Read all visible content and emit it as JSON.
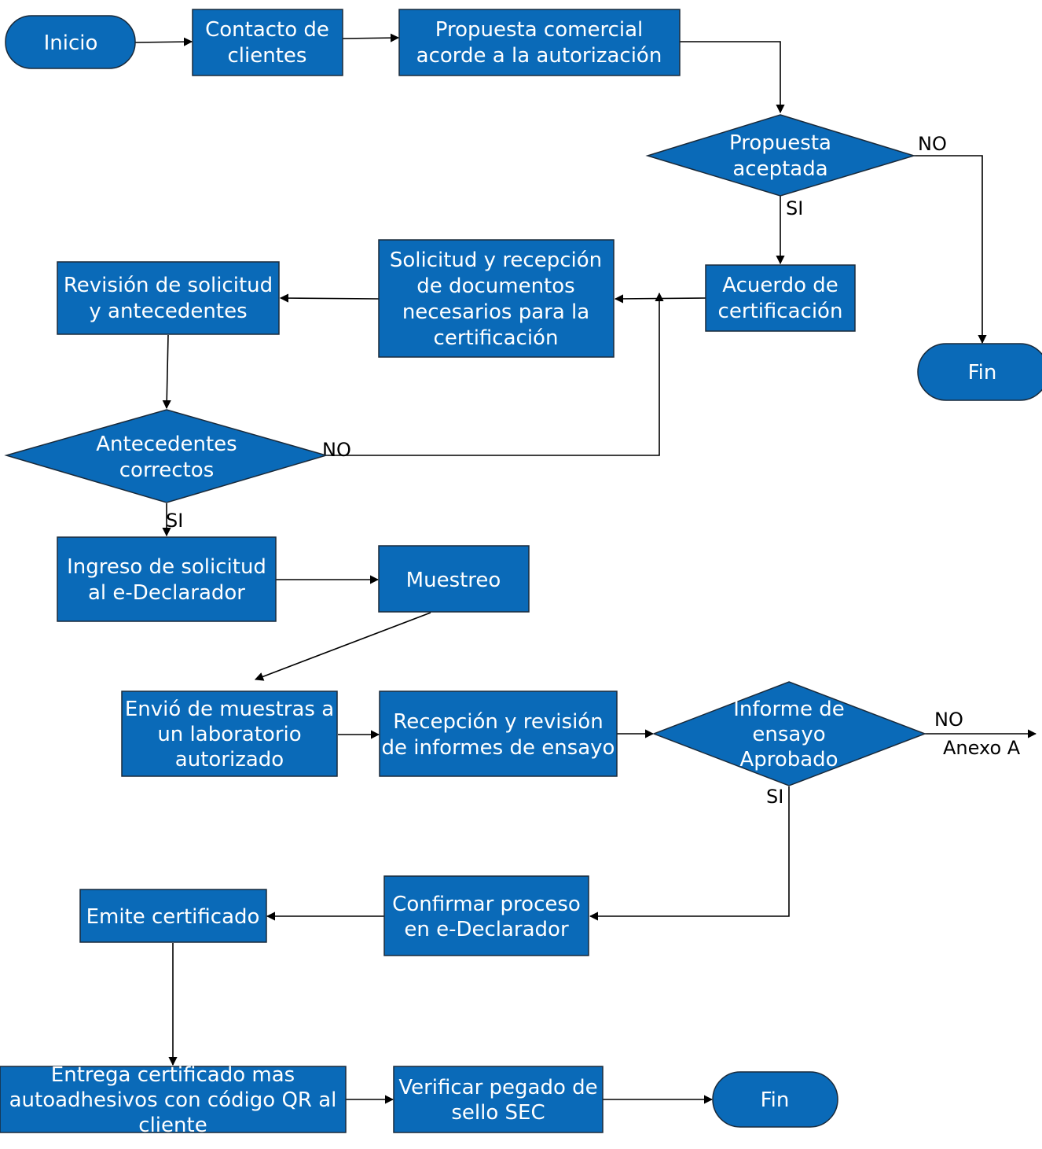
{
  "colors": {
    "node_fill": "#0a6ab8",
    "node_text": "#ffffff",
    "connector": "#000000"
  },
  "nodes": {
    "inicio": {
      "shape": "terminal",
      "lines": [
        "Inicio"
      ]
    },
    "contacto": {
      "shape": "process",
      "lines": [
        "Contacto de",
        "clientes"
      ]
    },
    "propuesta_comercial": {
      "shape": "process",
      "lines": [
        "Propuesta comercial",
        "acorde a la autorización"
      ]
    },
    "propuesta_aceptada": {
      "shape": "decision",
      "lines": [
        "Propuesta",
        "aceptada"
      ]
    },
    "fin_top": {
      "shape": "terminal",
      "lines": [
        "Fin"
      ]
    },
    "acuerdo": {
      "shape": "process",
      "lines": [
        "Acuerdo de",
        "certificación"
      ]
    },
    "solicitud_recepcion": {
      "shape": "process",
      "lines": [
        "Solicitud y recepción",
        "de documentos",
        "necesarios para la",
        "certificación"
      ]
    },
    "revision_solicitud": {
      "shape": "process",
      "lines": [
        "Revisión de solicitud",
        "y antecedentes"
      ]
    },
    "antecedentes_correctos": {
      "shape": "decision",
      "lines": [
        "Antecedentes",
        "correctos"
      ]
    },
    "ingreso_solicitud": {
      "shape": "process",
      "lines": [
        "Ingreso de solicitud",
        "al e-Declarador"
      ]
    },
    "muestreo": {
      "shape": "process",
      "lines": [
        "Muestreo"
      ]
    },
    "envio_muestras": {
      "shape": "process",
      "lines": [
        "Envió de muestras a",
        "un laboratorio",
        "autorizado"
      ]
    },
    "recepcion_informes": {
      "shape": "process",
      "lines": [
        "Recepción y revisión",
        "de informes de ensayo"
      ]
    },
    "informe_aprobado": {
      "shape": "decision",
      "lines": [
        "Informe de",
        "ensayo",
        "Aprobado"
      ]
    },
    "confirmar_proceso": {
      "shape": "process",
      "lines": [
        "Confirmar proceso",
        "en e-Declarador"
      ]
    },
    "emite_certificado": {
      "shape": "process",
      "lines": [
        "Emite certificado"
      ]
    },
    "entrega_certificado": {
      "shape": "process",
      "lines": [
        "Entrega certificado mas",
        "autoadhesivos con código QR al",
        "cliente"
      ]
    },
    "verificar_pegado": {
      "shape": "process",
      "lines": [
        "Verificar pegado de",
        "sello SEC"
      ]
    },
    "fin_bottom": {
      "shape": "terminal",
      "lines": [
        "Fin"
      ]
    }
  },
  "edge_labels": {
    "propuesta_no": "NO",
    "propuesta_si": "SI",
    "antecedentes_no": "NO",
    "antecedentes_si": "SI",
    "informe_no": "NO",
    "informe_si": "SI",
    "anexo": "Anexo A"
  }
}
